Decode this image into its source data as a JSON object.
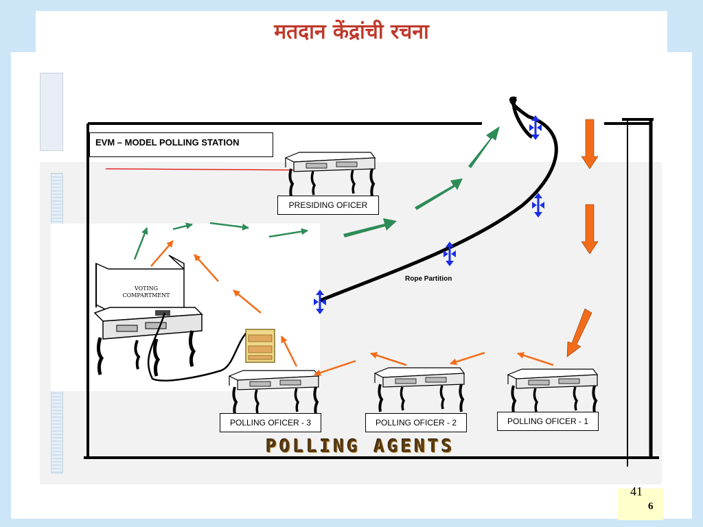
{
  "slide": {
    "title": "मतदान केंद्रांची रचना",
    "page_number": "41",
    "page_sub": "6"
  },
  "diagram": {
    "station_label": "EVM – MODEL POLLING STATION",
    "presiding_officer": "PRESIDING  OFICER",
    "voting_compartment_line1": "VOTING",
    "voting_compartment_line2": "COMPARTMENT",
    "rope_partition": "Rope Partition",
    "polling_officers": [
      "POLLING OFICER - 3",
      "POLLING OFICER - 2",
      "POLLING OFICER - 1"
    ],
    "polling_agents": "POLLING AGENTS",
    "colors": {
      "green_arrow": "#2e8b57",
      "orange_arrow": "#f26c1a",
      "red_line": "#e00000",
      "blue_marker": "#1a2ee6",
      "title": "#c0392b"
    }
  }
}
